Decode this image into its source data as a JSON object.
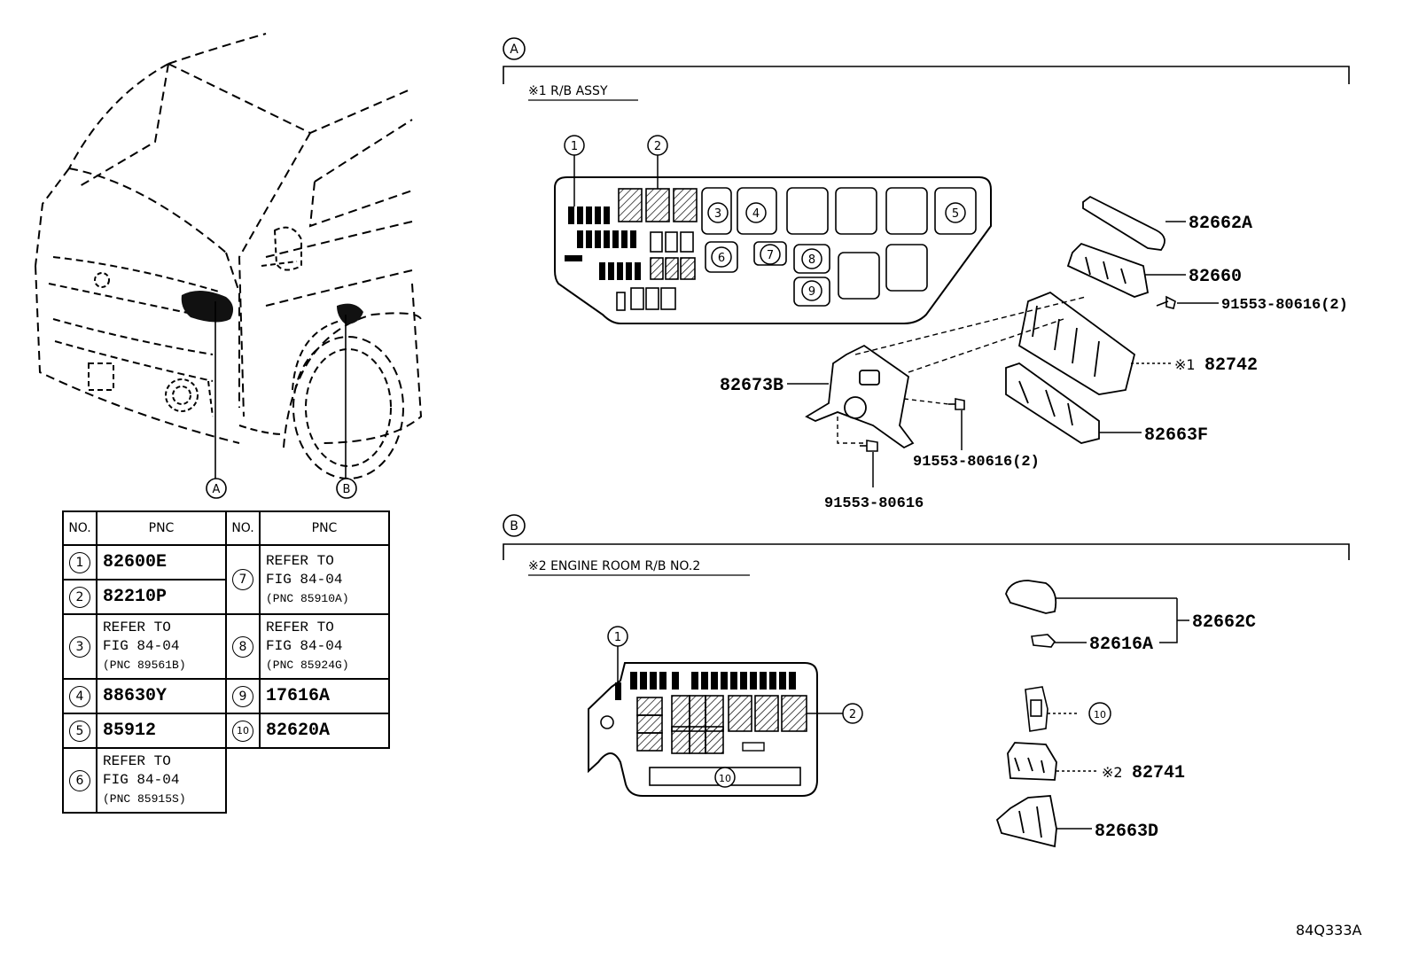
{
  "sections": {
    "a_marker": "A",
    "b_marker": "B",
    "a_title": "※1 R/B ASSY",
    "b_title": "※2 ENGINE ROOM R/B NO.2"
  },
  "callouts": {
    "c1": "1",
    "c2": "2",
    "c3": "3",
    "c4": "4",
    "c5": "5",
    "c6": "6",
    "c7": "7",
    "c8": "8",
    "c9": "9",
    "c10": "10"
  },
  "parts_a": {
    "p82662A": "82662A",
    "p82660": "82660",
    "p91553_80616_2_top": "91553-80616(2)",
    "p82742_prefix": "※1",
    "p82742": "82742",
    "p82673B": "82673B",
    "p82663F": "82663F",
    "p91553_80616_2_mid": "91553-80616(2)",
    "p91553_80616": "91553-80616"
  },
  "parts_b": {
    "p82662C": "82662C",
    "p82616A": "82616A",
    "p82741_prefix": "※2",
    "p82741": "82741",
    "p82663D": "82663D"
  },
  "table": {
    "header_no": "NO.",
    "header_pnc": "PNC",
    "rows": [
      {
        "no": "1",
        "pnc": "82600E"
      },
      {
        "no": "2",
        "pnc": "82210P"
      },
      {
        "no": "3",
        "ref1": "REFER TO",
        "ref2": "FIG 84-04",
        "ref3": "(PNC 89561B)"
      },
      {
        "no": "4",
        "pnc": "88630Y"
      },
      {
        "no": "5",
        "pnc": "85912"
      },
      {
        "no": "6",
        "ref1": "REFER TO",
        "ref2": "FIG 84-04",
        "ref3": "(PNC 85915S)"
      },
      {
        "no": "7",
        "ref1": "REFER TO",
        "ref2": "FIG 84-04",
        "ref3": "(PNC 85910A)"
      },
      {
        "no": "8",
        "ref1": "REFER TO",
        "ref2": "FIG 84-04",
        "ref3": "(PNC 85924G)"
      },
      {
        "no": "9",
        "pnc": "17616A"
      },
      {
        "no": "10",
        "pnc": "82620A"
      }
    ]
  },
  "figure_id": "84Q333A"
}
